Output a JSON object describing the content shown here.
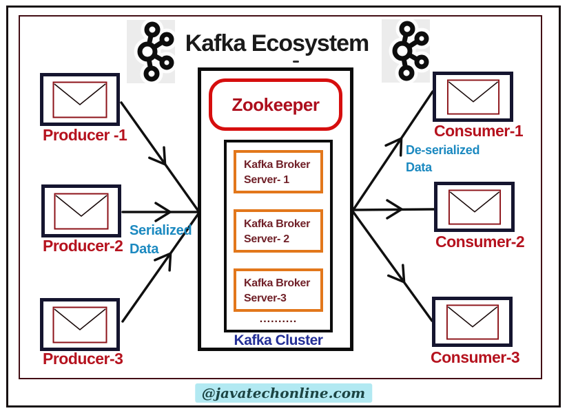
{
  "title": {
    "text": "Kafka Ecosystem"
  },
  "producers": [
    {
      "label": "Producer -1"
    },
    {
      "label": "Producer-2"
    },
    {
      "label": "Producer-3"
    }
  ],
  "consumers": [
    {
      "label": "Consumer-1"
    },
    {
      "label": "Consumer-2"
    },
    {
      "label": "Consumer-3"
    }
  ],
  "cluster": {
    "zookeeper": "Zookeeper",
    "brokers": [
      {
        "line1": "Kafka Broker",
        "line2": "Server- 1"
      },
      {
        "line1": "Kafka Broker",
        "line2": "Server- 2"
      },
      {
        "line1": "Kafka Broker",
        "line2": "Server-3"
      }
    ],
    "ellipsis": "..........",
    "label": "Kafka Cluster"
  },
  "flow_labels": {
    "serialized_line1": "Serialized",
    "serialized_line2": "Data",
    "deserialized_line1": "De-serialized",
    "deserialized_line2": "Data"
  },
  "footer": {
    "watermark": "@javatechonline.com"
  },
  "icons": {
    "left_logo": "kafka-logo",
    "right_logo": "kafka-logo",
    "node_icon": "envelope-icon"
  },
  "colors": {
    "zookeeper_border": "#d60e0e",
    "zookeeper_text": "#ad0e1d",
    "broker_border": "#e2771b",
    "broker_text": "#702028",
    "node_label": "#b5121e",
    "cluster_label": "#232e96",
    "flow_label": "#1b89c0",
    "envelope_outline": "#8c1218",
    "node_box_border": "#15152f",
    "inner_frame": "#420d14",
    "watermark_bg": "#b2e9f2",
    "watermark_text": "#1c4443"
  }
}
